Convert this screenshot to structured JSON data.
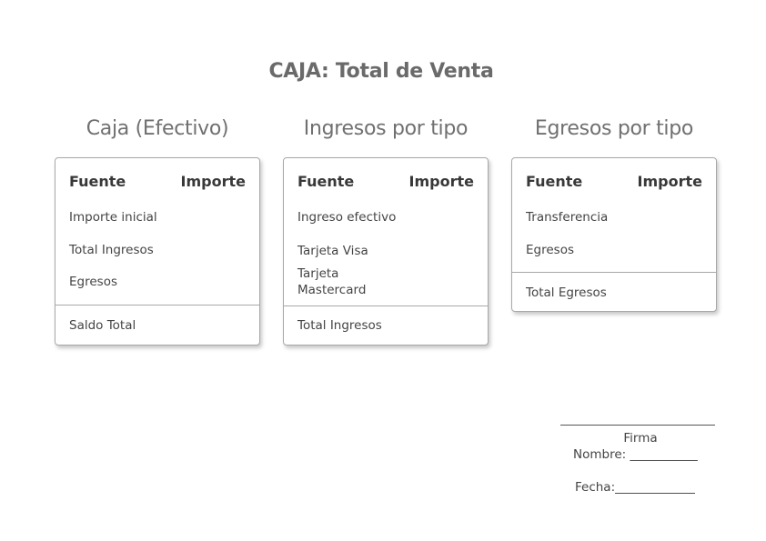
{
  "title": "CAJA: Total de Venta",
  "sections": [
    {
      "title": "Caja (Efectivo)",
      "header": {
        "source": "Fuente",
        "amount": "Importe"
      },
      "rows": [
        "Importe inicial",
        "Total Ingresos",
        "Egresos"
      ],
      "total": "Saldo Total"
    },
    {
      "title": "Ingresos por tipo",
      "header": {
        "source": "Fuente",
        "amount": "Importe"
      },
      "rows": [
        "Ingreso efectivo",
        "Tarjeta Visa",
        "Tarjeta\nMastercard"
      ],
      "total": "Total Ingresos"
    },
    {
      "title": "Egresos por tipo",
      "header": {
        "source": "Fuente",
        "amount": "Importe"
      },
      "rows": [
        "Transferencia",
        "Egresos"
      ],
      "total": "Total Egresos"
    }
  ],
  "signature": {
    "label": "Firma",
    "name": "Nombre: ___________",
    "date": "Fecha:_____________"
  }
}
